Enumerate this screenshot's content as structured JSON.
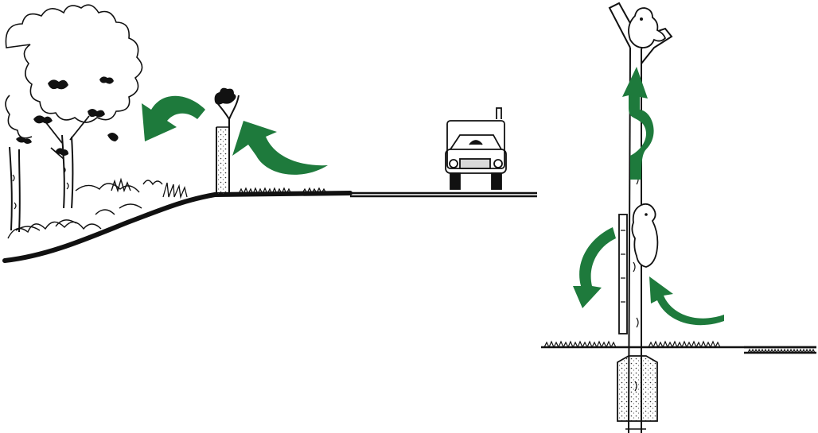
{
  "figure": {
    "panels": [
      {
        "id": "left",
        "content": [
          "tree",
          "possum-on-stump",
          "green-arrow",
          "green-arrow",
          "car",
          "road"
        ]
      },
      {
        "id": "right",
        "content": [
          "pole",
          "koala-top",
          "koala-climbing",
          "green-arrow",
          "green-arrow",
          "green-arrow-spiral",
          "concrete-footing"
        ]
      }
    ],
    "colors": {
      "arrow": "#1e7a3c",
      "ink": "#111111",
      "paper": "#ffffff"
    }
  }
}
